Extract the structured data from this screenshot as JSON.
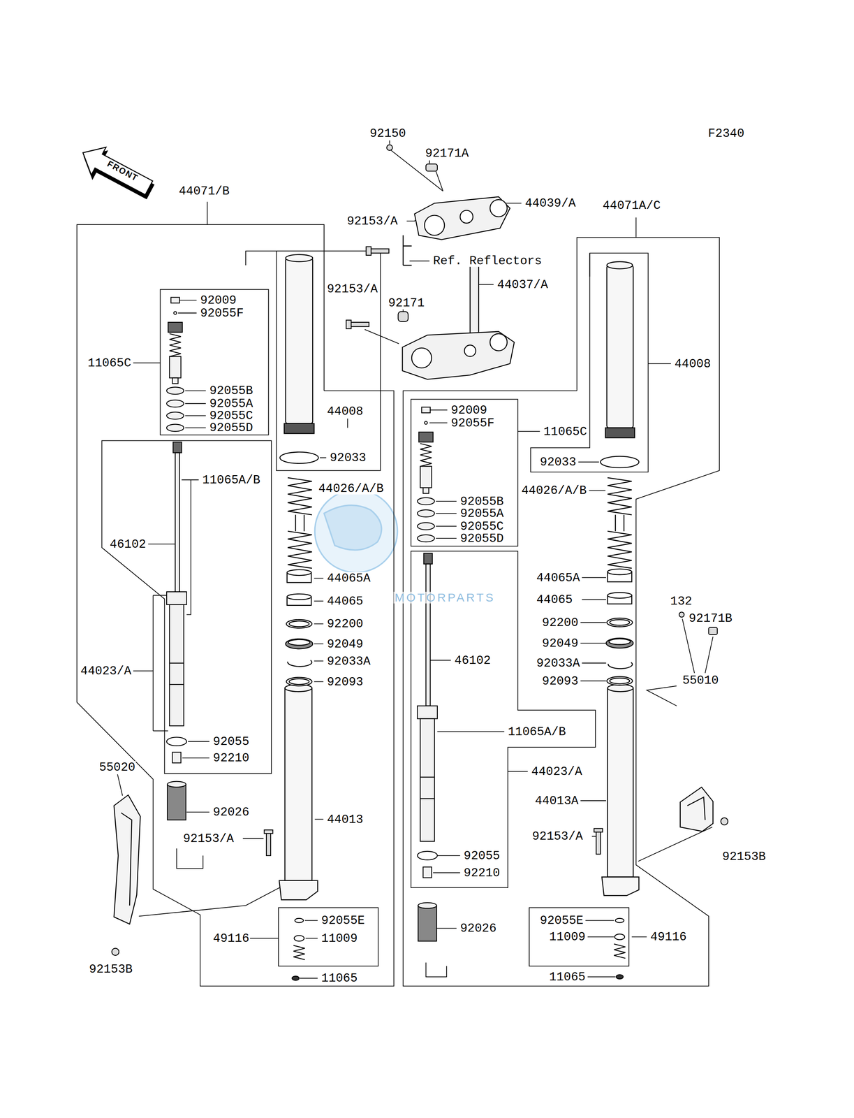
{
  "diagram": {
    "labels": [
      "F2340",
      "FRONT",
      "92150",
      "92171A",
      "44039/A",
      "44071/B",
      "44071A/C",
      "92153/A",
      "Ref. Reflectors",
      "92153/A",
      "44037/A",
      "92171",
      "92009",
      "92055F",
      "11065C",
      "92055B",
      "92055A",
      "92055C",
      "92055D",
      "44008",
      "92033",
      "11065A/B",
      "44026/A/B",
      "46102",
      "44065A",
      "44065",
      "92200",
      "92049",
      "92033A",
      "92093",
      "44023/A",
      "92055",
      "92210",
      "55020",
      "92026",
      "44013",
      "92153/A",
      "92055E",
      "49116",
      "11009",
      "11065",
      "92153B",
      "44008",
      "92009",
      "92055F",
      "11065C",
      "92033",
      "44026/A/B",
      "92055B",
      "92055A",
      "92055C",
      "92055D",
      "44065A",
      "44065",
      "132",
      "92171B",
      "92200",
      "92049",
      "92033A",
      "92093",
      "55010",
      "46102",
      "11065A/B",
      "44023/A",
      "44013A",
      "92153/A",
      "92153B",
      "92055",
      "92210",
      "92026",
      "92055E",
      "11009",
      "49116",
      "11065",
      "MOTORPARTS"
    ]
  }
}
